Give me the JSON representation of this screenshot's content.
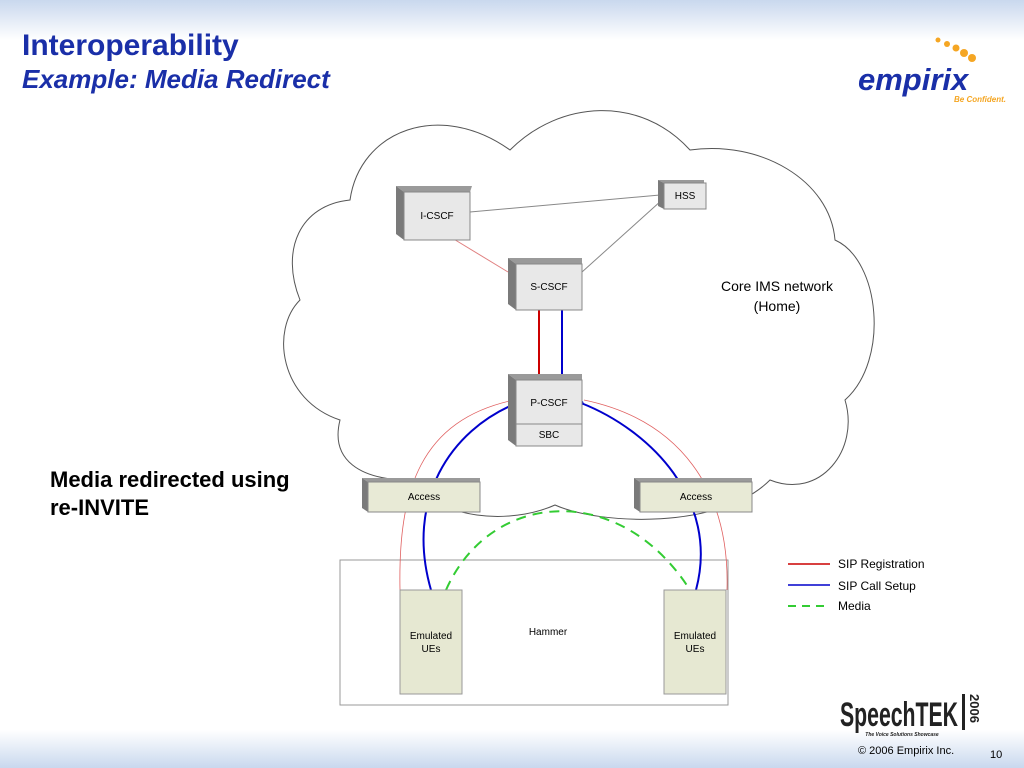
{
  "slide": {
    "title": "Interoperability",
    "subtitle": "Example: Media Redirect",
    "callout": "Media redirected using re-INVITE",
    "copyright": "© 2006 Empirix Inc.",
    "page_number": "10"
  },
  "logos": {
    "empirix_name": "empirix",
    "empirix_tagline": "Be Confident.",
    "speechtek_name": "SpeechTEK",
    "speechtek_year": "2006",
    "speechtek_tagline": "The Voice Solutions Showcase"
  },
  "diagram": {
    "cloud_label_line1": "Core IMS network",
    "cloud_label_line2": "(Home)",
    "nodes": {
      "icscf": "I-CSCF",
      "hss": "HSS",
      "scscf": "S-CSCF",
      "pcscf": "P-CSCF",
      "sbc": "SBC",
      "access_left": "Access",
      "access_right": "Access",
      "hammer": "Hammer",
      "ue_left_line1": "Emulated",
      "ue_left_line2": "UEs",
      "ue_right_line1": "Emulated",
      "ue_right_line2": "UEs"
    },
    "legend": [
      {
        "label": "SIP Registration",
        "color": "#cc0000",
        "style": "solid"
      },
      {
        "label": "SIP Call Setup",
        "color": "#0000cc",
        "style": "solid"
      },
      {
        "label": "Media",
        "color": "#33cc33",
        "style": "dashed"
      }
    ]
  },
  "colors": {
    "title": "#1a2fa8",
    "registration": "#cc0000",
    "call_setup": "#0000cc",
    "media": "#33cc33",
    "box_fill": "#e8e8e8",
    "access_fill": "#e8ead6",
    "ue_fill": "#e6e8d2",
    "empirix_blue": "#1a2fa8",
    "empirix_orange": "#f5a623"
  }
}
